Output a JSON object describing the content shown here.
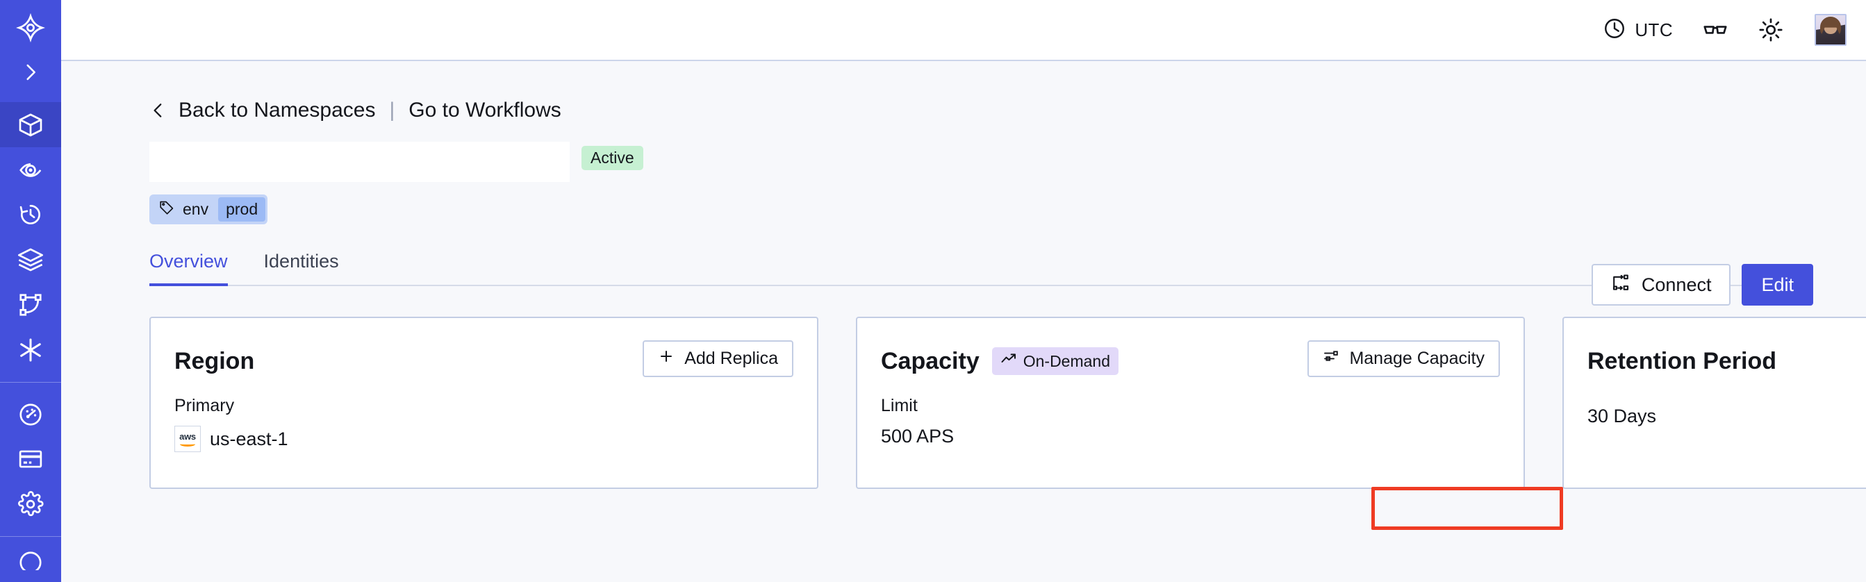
{
  "sidebar": {
    "items": [
      {
        "name": "logo-icon",
        "label": "Temporal"
      },
      {
        "name": "expand-icon",
        "label": "Expand navigation"
      },
      {
        "name": "namespaces-icon",
        "label": "Namespaces"
      },
      {
        "name": "observability-icon",
        "label": "Observability"
      },
      {
        "name": "history-icon",
        "label": "History"
      },
      {
        "name": "layers-icon",
        "label": "Layers"
      },
      {
        "name": "workflow-icon",
        "label": "Workflows"
      },
      {
        "name": "asterisk-icon",
        "label": "Nexus"
      },
      {
        "name": "usage-icon",
        "label": "Usage"
      },
      {
        "name": "billing-icon",
        "label": "Billing"
      },
      {
        "name": "settings-icon",
        "label": "Settings"
      }
    ],
    "active_index": 2
  },
  "topbar": {
    "timezone": "UTC",
    "clock_icon": "clock-icon",
    "glasses_icon": "glasses-icon",
    "theme_icon": "sun-icon",
    "avatar": "user-avatar"
  },
  "breadcrumb": {
    "back_chevron": "chevron-left-icon",
    "back_label": "Back to Namespaces",
    "separator": "|",
    "forward_label": "Go to Workflows"
  },
  "namespace": {
    "title": "",
    "status_badge": "Active",
    "tag": {
      "icon": "tag-icon",
      "key": "env",
      "value": "prod"
    }
  },
  "actions": {
    "connect_label": "Connect",
    "connect_icon": "connect-flow-icon",
    "edit_label": "Edit"
  },
  "tabs": [
    {
      "label": "Overview",
      "active": true
    },
    {
      "label": "Identities",
      "active": false
    }
  ],
  "cards": {
    "region": {
      "title": "Region",
      "button_label": "Add Replica",
      "button_icon": "plus-icon",
      "sub_label": "Primary",
      "provider_icon": "aws-logo",
      "provider_text": "aws",
      "value": "us-east-1"
    },
    "capacity": {
      "title": "Capacity",
      "badge_label": "On-Demand",
      "badge_icon": "trending-up-icon",
      "button_label": "Manage Capacity",
      "button_icon": "sliders-icon",
      "sub_label": "Limit",
      "value": "500 APS"
    },
    "retention": {
      "title": "Retention Period",
      "value": "30 Days"
    }
  },
  "annotation": {
    "target": "manage-capacity-button",
    "color": "#ef3b23"
  },
  "colors": {
    "brand": "#4450dc",
    "sidebar_active": "#3a45c4",
    "page_bg": "#f7f8fb",
    "badge_active_bg": "#c6f0d2",
    "badge_ondemand_bg": "#e2d9f9",
    "tag_bg": "#c3d4f7",
    "tag_value_bg": "#9cbaf5",
    "annotation": "#ef3b23"
  }
}
